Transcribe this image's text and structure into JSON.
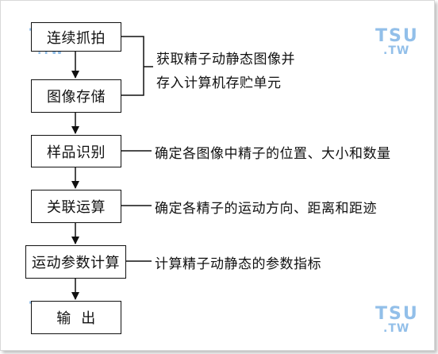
{
  "steps": [
    "连续抓拍",
    "图像存储",
    "样品识别",
    "关联运算",
    "运动参数计算",
    "输  出"
  ],
  "notes": {
    "capture_line1": "获取精子动静态图像并",
    "capture_line2": "存入计算机存贮单元",
    "identify": "确定各图像中精子的位置、大小和数量",
    "correlate": "确定各精子的运动方向、距离和距迹",
    "params": "计算精子动静态的参数指标"
  },
  "watermark": {
    "main": "TSU",
    "sub": ".TW"
  },
  "colors": {
    "stroke": "#111111",
    "watermark": "#7fb4e6"
  }
}
